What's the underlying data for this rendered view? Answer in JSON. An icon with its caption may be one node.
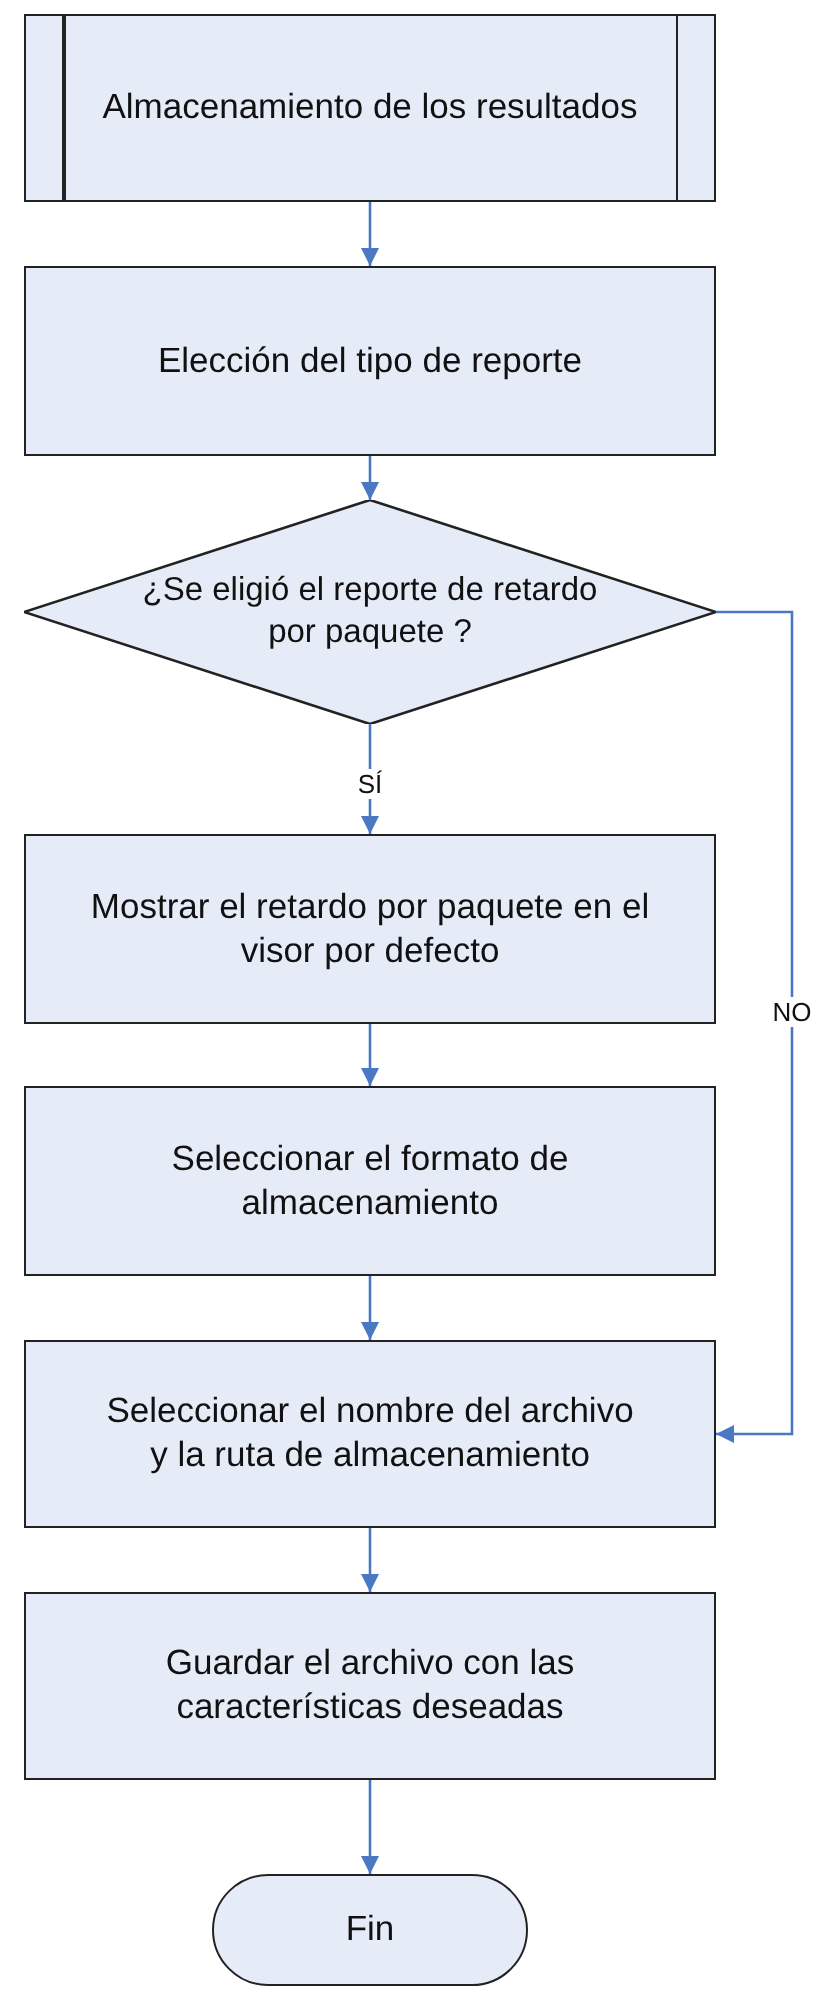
{
  "diagram": {
    "nodes": [
      {
        "text": [
          "Almacenamiento de los resultados"
        ]
      },
      {
        "text": [
          "Elección del tipo de reporte"
        ]
      },
      {
        "text": [
          "¿Se eligió el reporte de retardo por paquete ?"
        ]
      },
      {
        "text": [
          "Mostrar el retardo por paquete en el visor por defecto"
        ]
      },
      {
        "text": [
          "Seleccionar el formato de almacenamiento"
        ]
      },
      {
        "text": [
          "Seleccionar el nombre del archivo y la ruta de almacenamiento"
        ]
      },
      {
        "text": [
          "Guardar el archivo con las características deseadas"
        ]
      },
      {
        "text": [
          "Fin"
        ]
      }
    ],
    "edges": [
      {
        "from": 0,
        "to": 1,
        "arrow": "to"
      },
      {
        "from": 1,
        "to": 2,
        "arrow": "to"
      },
      {
        "from": 2,
        "to": 3,
        "arrow": "to",
        "label": "SÍ"
      },
      {
        "from": 3,
        "to": 4,
        "arrow": "to"
      },
      {
        "from": 4,
        "to": 5,
        "arrow": "to"
      },
      {
        "from": 2,
        "to": 5,
        "arrow": "to",
        "label": "NO"
      },
      {
        "from": 5,
        "to": 6,
        "arrow": "to"
      },
      {
        "from": 6,
        "to": 7,
        "arrow": "to"
      }
    ]
  }
}
